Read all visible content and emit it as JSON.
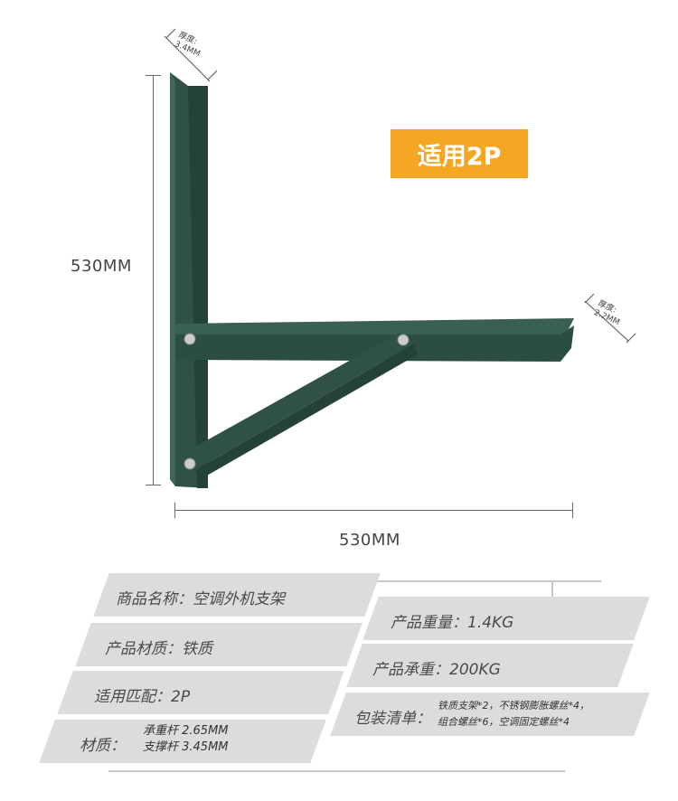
{
  "badge": {
    "label": "适用2P"
  },
  "dimensions": {
    "height_label": "530MM",
    "width_label": "530MM",
    "thickness_upright": [
      "厚度:",
      "3.4MM"
    ],
    "thickness_arm": [
      "厚度:",
      "2.2MM"
    ]
  },
  "specs": {
    "name": "商品名称：空调外机支架",
    "material": "产品材质：铁质",
    "match": "适用匹配：2P",
    "thickness_label": "材质：",
    "thickness_line1": "承重杆 2.65MM",
    "thickness_line2": "支撑杆 3.45MM",
    "weight": "产品重量：1.4KG",
    "capacity": "产品承重：200KG",
    "package_label": "包装清单：",
    "package_line1": "铁质支架*2，不锈钢膨胀螺丝*4，",
    "package_line2": "组合螺丝*6，空调固定螺丝*4"
  },
  "colors": {
    "bracket": "#2f5148",
    "badge": "#f5a623",
    "panel": "#dcdcdc"
  }
}
